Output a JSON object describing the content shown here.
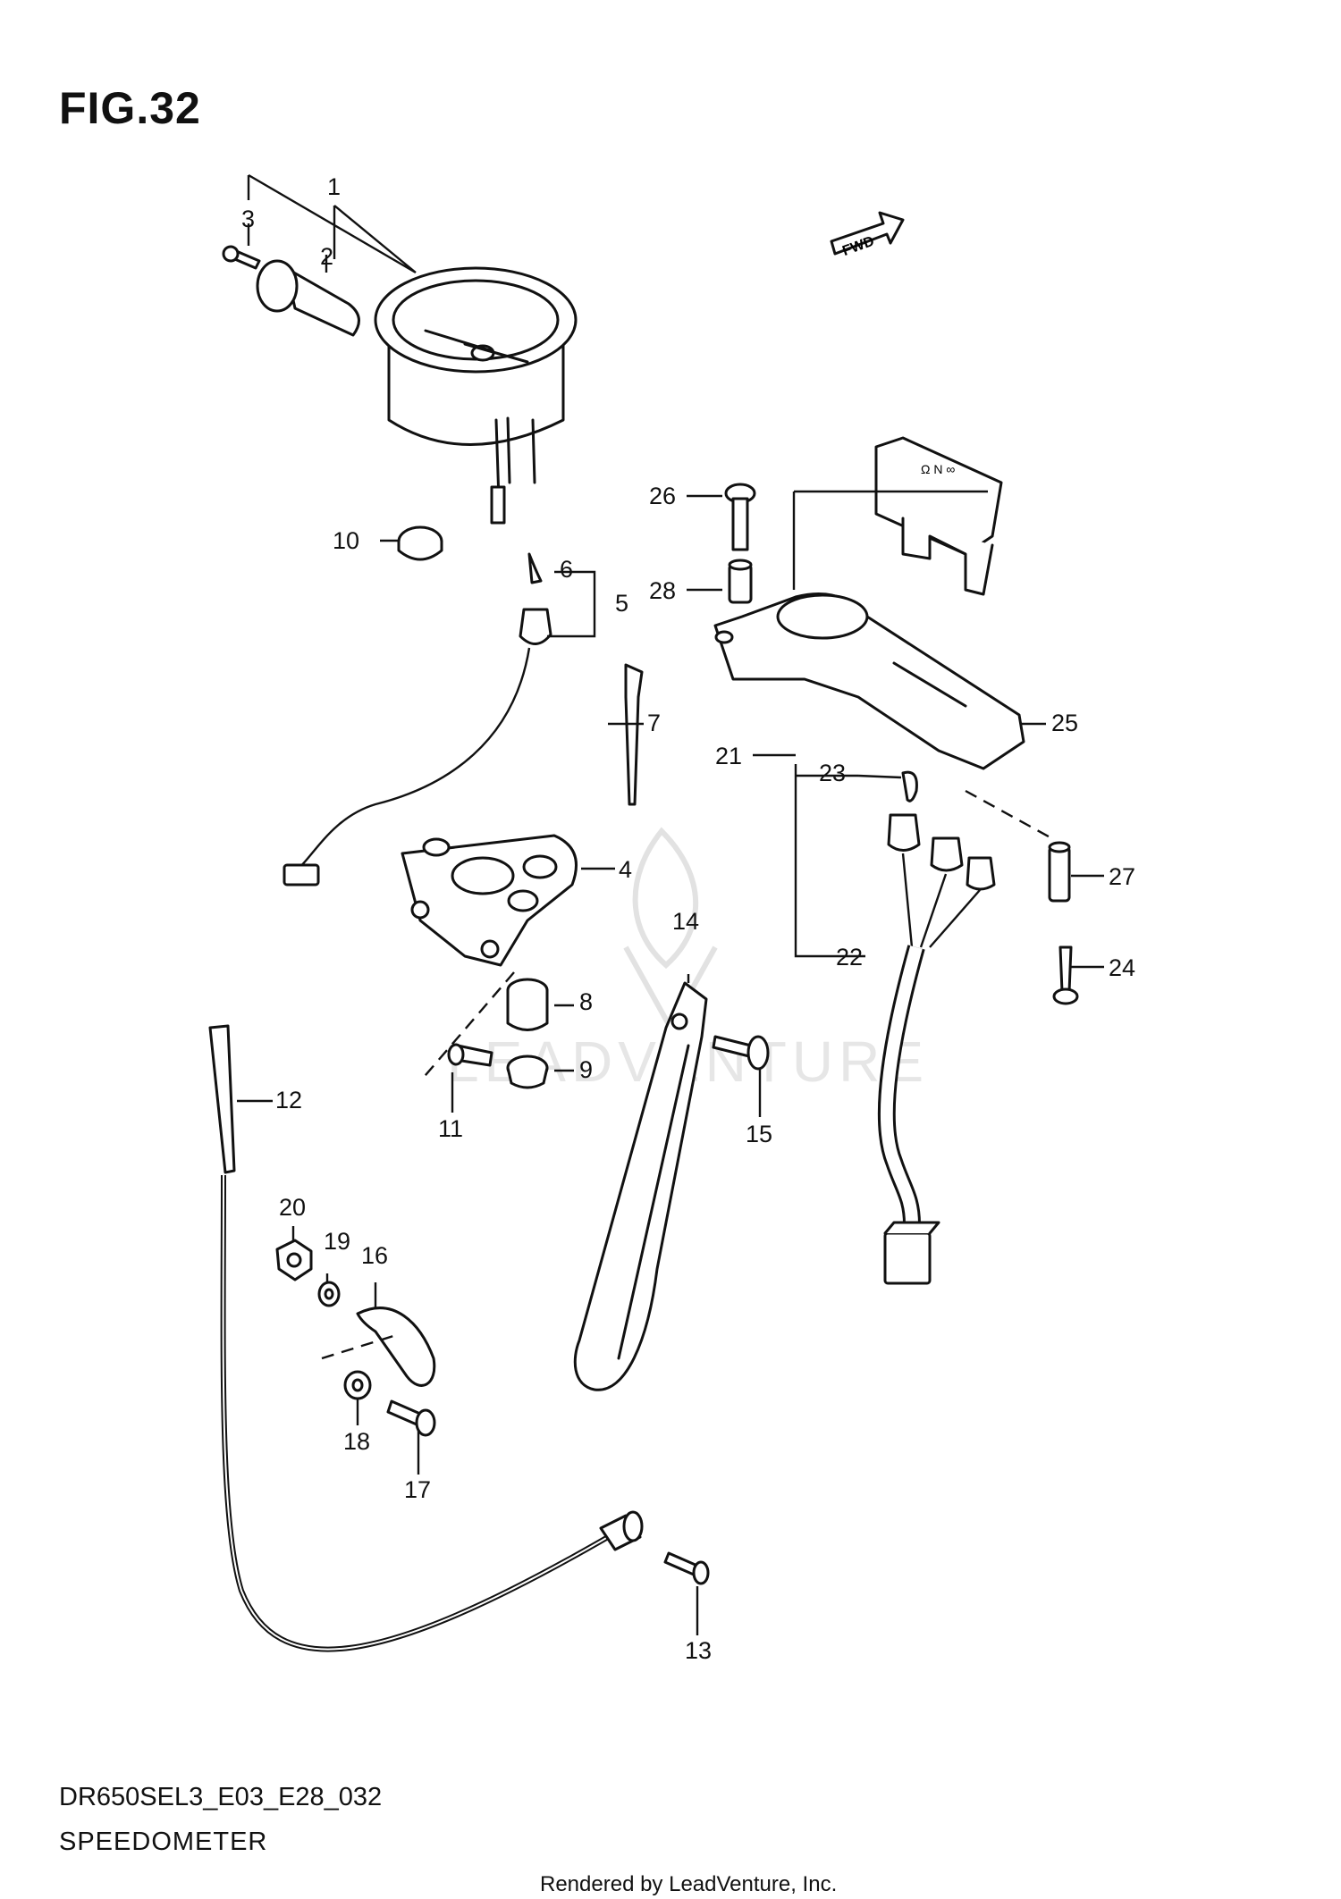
{
  "figure": {
    "title": "FIG.32",
    "model_code": "DR650SEL3_E03_E28_032",
    "caption": "SPEEDOMETER",
    "footer": "Rendered by LeadVenture, Inc.",
    "fwd_label": "FWD",
    "watermark": "LEADVENTURE"
  },
  "callouts": [
    "1",
    "2",
    "3",
    "4",
    "5",
    "6",
    "7",
    "8",
    "9",
    "10",
    "11",
    "12",
    "13",
    "14",
    "15",
    "16",
    "17",
    "18",
    "19",
    "20",
    "21",
    "22",
    "23",
    "24",
    "25",
    "26",
    "27",
    "28"
  ],
  "colors": {
    "line": "#111111",
    "watermark": "#d6d6d6",
    "background": "#ffffff"
  }
}
